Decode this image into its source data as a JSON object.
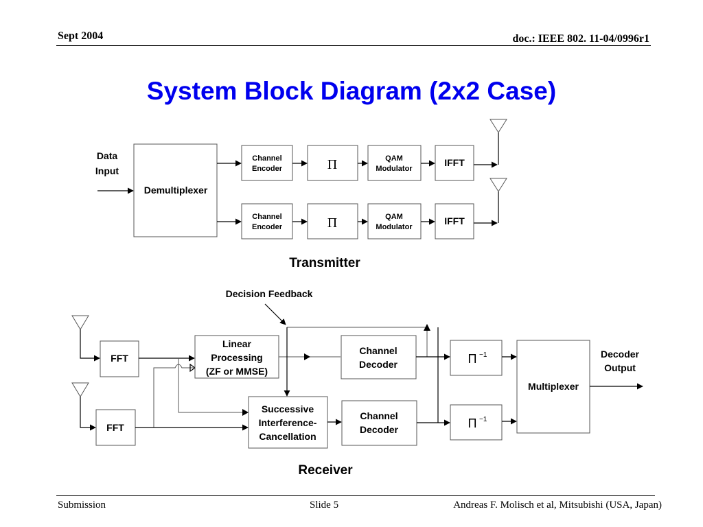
{
  "header": {
    "date": "Sept 2004",
    "doc_id": "doc.: IEEE 802. 11-04/0996r1"
  },
  "title": "System Block Diagram (2x2 Case)",
  "transmitter": {
    "section_label": "Transmitter",
    "input_label_line1": "Data",
    "input_label_line2": "Input",
    "demux_label": "Demultiplexer",
    "chains": [
      {
        "encoder_line1": "Channel",
        "encoder_line2": "Encoder",
        "interleaver": "Π",
        "modulator_line1": "QAM",
        "modulator_line2": "Modulator",
        "ifft": "IFFT"
      },
      {
        "encoder_line1": "Channel",
        "encoder_line2": "Encoder",
        "interleaver": "Π",
        "modulator_line1": "QAM",
        "modulator_line2": "Modulator",
        "ifft": "IFFT"
      }
    ]
  },
  "receiver": {
    "section_label": "Receiver",
    "feedback_label": "Decision Feedback",
    "fft_top": "FFT",
    "fft_bottom": "FFT",
    "linear_line1": "Linear",
    "linear_line2": "Processing",
    "linear_line3": "(ZF or MMSE)",
    "sic_line1": "Successive",
    "sic_line2": "Interference-",
    "sic_line3": "Cancellation",
    "decoder_top_line1": "Channel",
    "decoder_top_line2": "Decoder",
    "decoder_bottom_line1": "Channel",
    "decoder_bottom_line2": "Decoder",
    "deinterleaver_symbol": "Π",
    "deinterleaver_exp": "−1",
    "multiplexer_label": "Multiplexer",
    "output_line1": "Decoder",
    "output_line2": "Output"
  },
  "footer": {
    "left": "Submission",
    "center": "Slide 5",
    "right": "Andreas F. Molisch et al, Mitsubishi (USA, Japan)"
  }
}
